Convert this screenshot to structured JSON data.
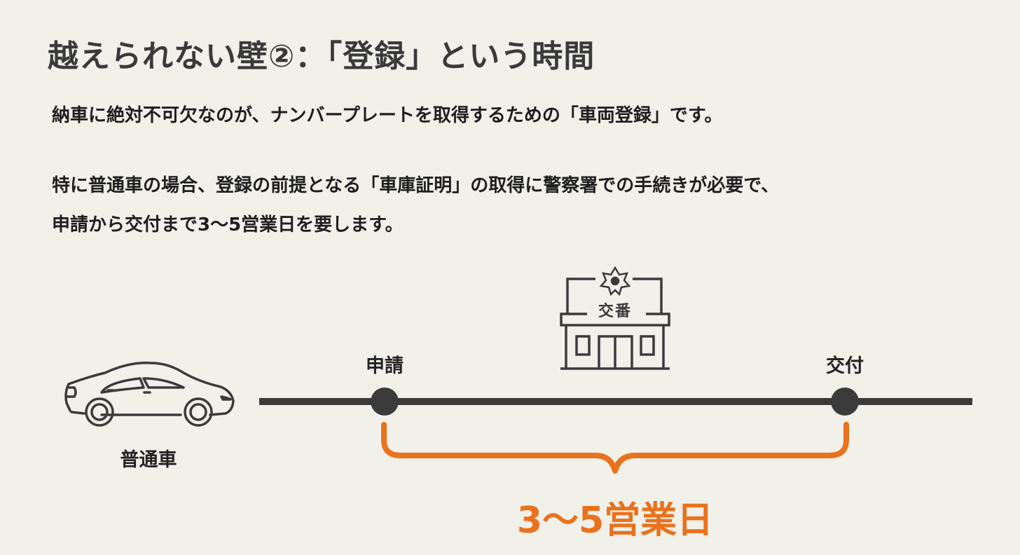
{
  "slide": {
    "title": "越えられない壁②：「登録」という時間",
    "paragraph1": "納車に絶対不可欠なのが、ナンバープレートを取得するための「車両登録」です。",
    "paragraph2_line1": "特に普通車の場合、登録の前提となる「車庫証明」の取得に警察署での手続きが必要で、",
    "paragraph2_line2": "申請から交付まで3〜5営業日を要します。"
  },
  "diagram": {
    "vehicle_label": "普通車",
    "police_box_sign": "交番",
    "start_label": "申請",
    "end_label": "交付",
    "duration_label": "3〜5営業日",
    "colors": {
      "accent": "#e8721d",
      "line": "#3b3b3b",
      "background": "#f1f0e9"
    }
  }
}
